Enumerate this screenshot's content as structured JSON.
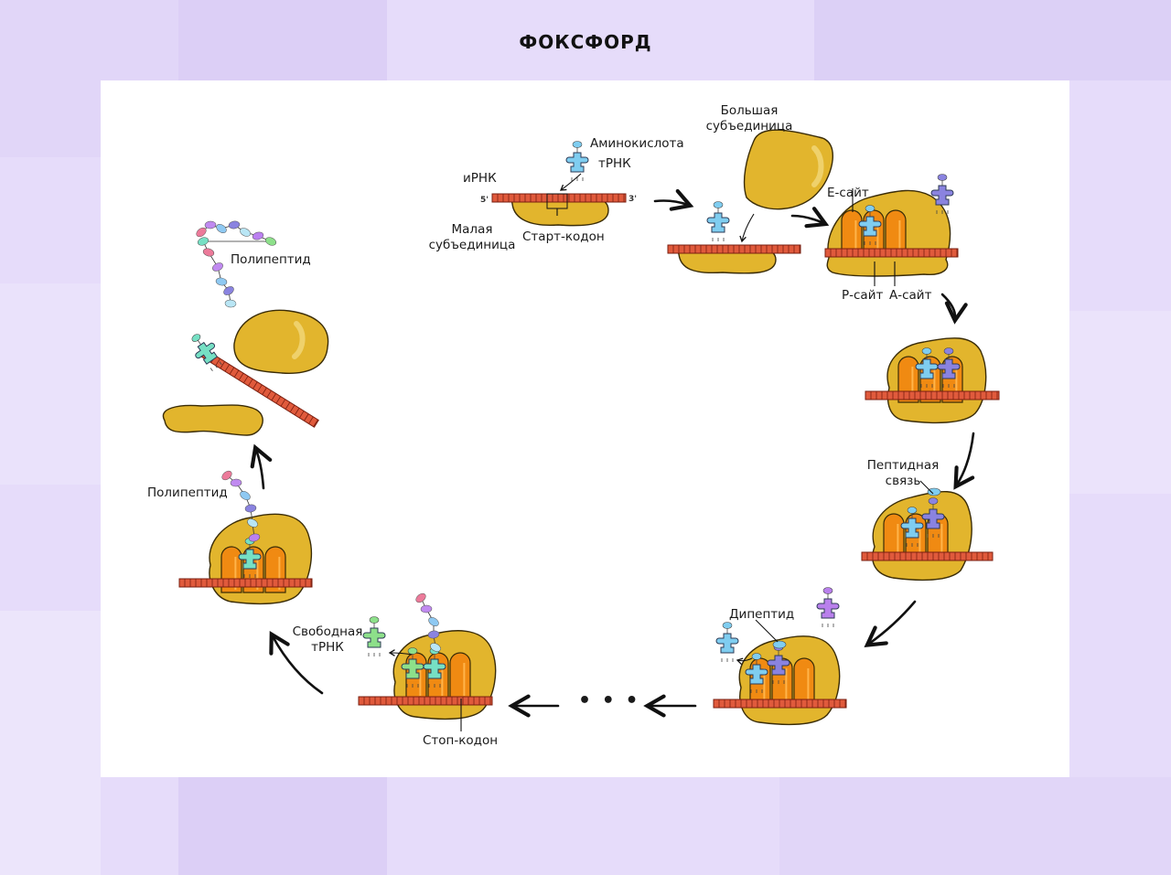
{
  "brand": "ФОКСФОРД",
  "colors": {
    "background": "#e6dcfa",
    "card": "#ffffff",
    "ribosome": "#e2b52d",
    "ribosome_outline": "#3a2c07",
    "site": "#f08a12",
    "mrna": "#e05a3c",
    "trna_blue": "#7fcdf0",
    "trna_violet": "#8a83e0",
    "trna_green": "#8de08a",
    "trna_teal": "#76e0c4"
  },
  "labels": {
    "mrna": "иРНК",
    "five_prime": "5'",
    "three_prime": "3'",
    "small_subunit": [
      "Малая",
      "субъединица"
    ],
    "start_codon": "Старт-кодон",
    "amino_acid": "Аминокислота",
    "trna": "тРНК",
    "large_subunit": [
      "Большая",
      "субъединица"
    ],
    "e_site": "Е-сайт",
    "p_site": "Р-сайт",
    "a_site": "А-сайт",
    "peptide_bond": [
      "Пептидная",
      "связь"
    ],
    "dipeptide": "Дипептид",
    "ellipsis": "• • •",
    "free_trna": [
      "Свободная",
      "тРНК"
    ],
    "stop_codon": "Стоп-кодон",
    "polypeptide_top": "Полипептид",
    "polypeptide_left": "Полипептид"
  }
}
